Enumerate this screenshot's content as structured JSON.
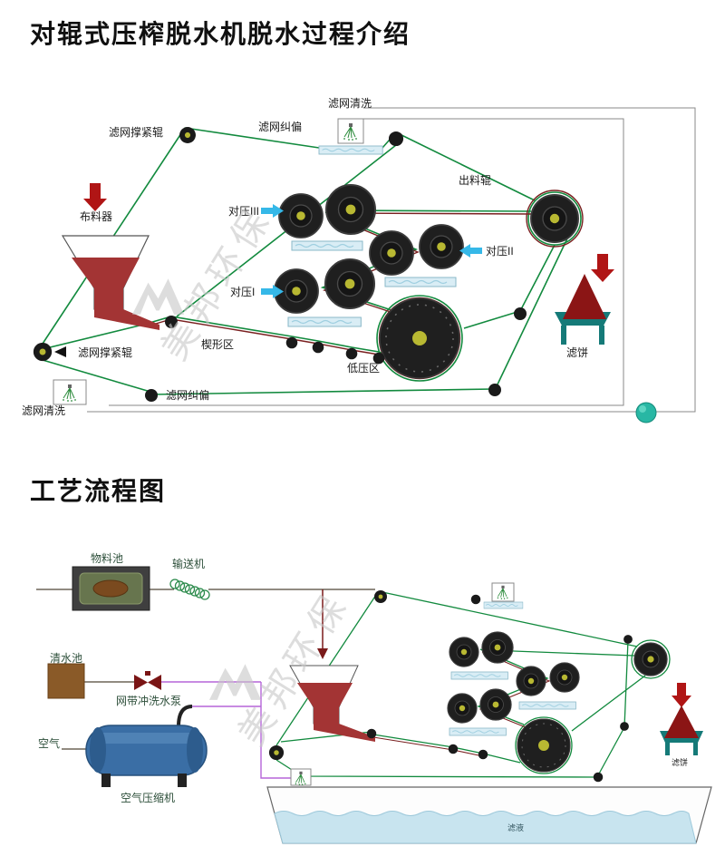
{
  "titles": {
    "main": "对辊式压榨脱水机脱水过程介绍",
    "flow": "工艺流程图"
  },
  "watermark": {
    "text": "美邦环保",
    "color": "#c8c8c8"
  },
  "colors": {
    "belt_green": "#128a3e",
    "material_red": "#7a2020",
    "roller_center_olive": "#b8b832",
    "arrow_red": "#b01515",
    "arrow_cyan": "#35b8e8",
    "stand_teal": "#157a78",
    "pump_ball_teal": "#28b7a4",
    "compressor_blue": "#3a6ea5",
    "pipe_purple": "#b565d8",
    "water_blue": "#c8e4ef",
    "liquid_red": "#a33434"
  },
  "machine_diagram": {
    "labels": {
      "screen_wash_top": "滤网清洗",
      "screen_align_top": "滤网纠偏",
      "screen_tension_top": "滤网撑紧辊",
      "discharge_roller": "出料辊",
      "distributor": "布料器",
      "press_3": "对压III",
      "press_2": "对压II",
      "press_1": "对压I",
      "wedge_zone": "楔形区",
      "low_pressure_zone": "低压区",
      "filter_cake": "滤饼",
      "screen_tension_bottom": "滤网撑紧辊",
      "screen_align_bottom": "滤网纠偏",
      "screen_wash_bottom": "滤网清洗"
    }
  },
  "flow_diagram": {
    "labels": {
      "material_pool": "物料池",
      "conveyor": "输送机",
      "clean_water_pool": "清水池",
      "belt_wash_pump": "网带冲洗水泵",
      "air": "空气",
      "air_compressor": "空气压缩机",
      "filter_cake": "滤饼",
      "filtrate": "滤液"
    }
  }
}
